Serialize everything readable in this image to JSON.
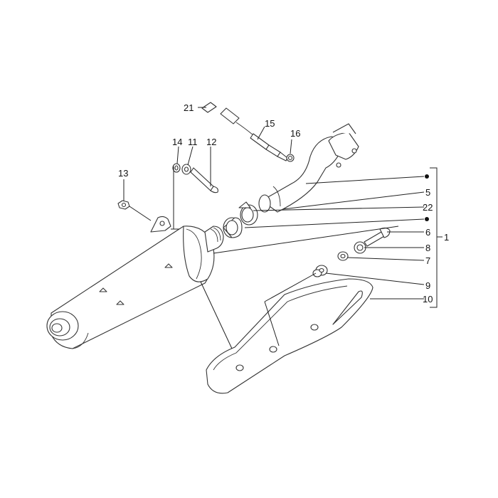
{
  "callouts": {
    "c1": "1",
    "c5": "5",
    "c6": "6",
    "c7": "7",
    "c8": "8",
    "c9": "9",
    "c10": "10",
    "c11": "11",
    "c12": "12",
    "c13": "13",
    "c14": "14",
    "c15": "15",
    "c16": "16",
    "c21": "21",
    "c22": "22"
  },
  "colors": {
    "line": "#333333",
    "background": "#ffffff"
  }
}
